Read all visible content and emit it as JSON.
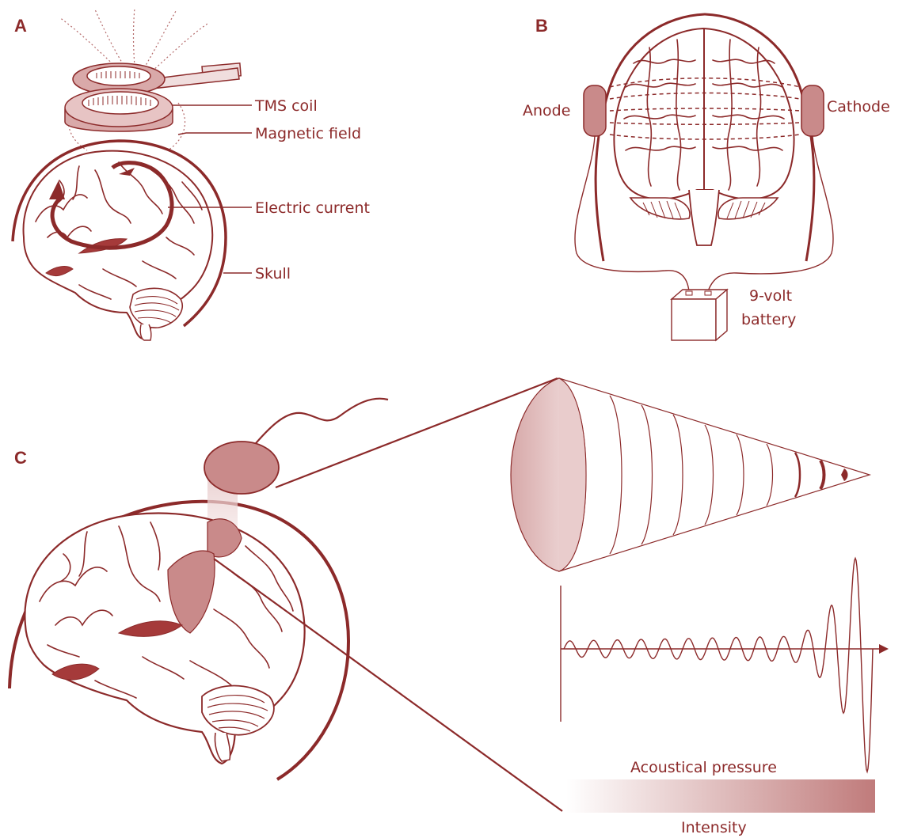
{
  "panels": {
    "a": {
      "letter": "A",
      "labels": {
        "coil": "TMS coil",
        "field": "Magnetic field",
        "current": "Electric current",
        "skull": "Skull"
      }
    },
    "b": {
      "letter": "B",
      "labels": {
        "anode": "Anode",
        "cathode": "Cathode",
        "battery_line1": "9-volt",
        "battery_line2": "battery"
      }
    },
    "c": {
      "letter": "C",
      "labels": {
        "pressure": "Acoustical pressure",
        "intensity": "Intensity"
      }
    }
  },
  "colors": {
    "line": "#8c2a2a",
    "fill_dark": "#a53a3a",
    "fill_mid": "#c98a8a",
    "fill_light": "#efd9d9"
  }
}
